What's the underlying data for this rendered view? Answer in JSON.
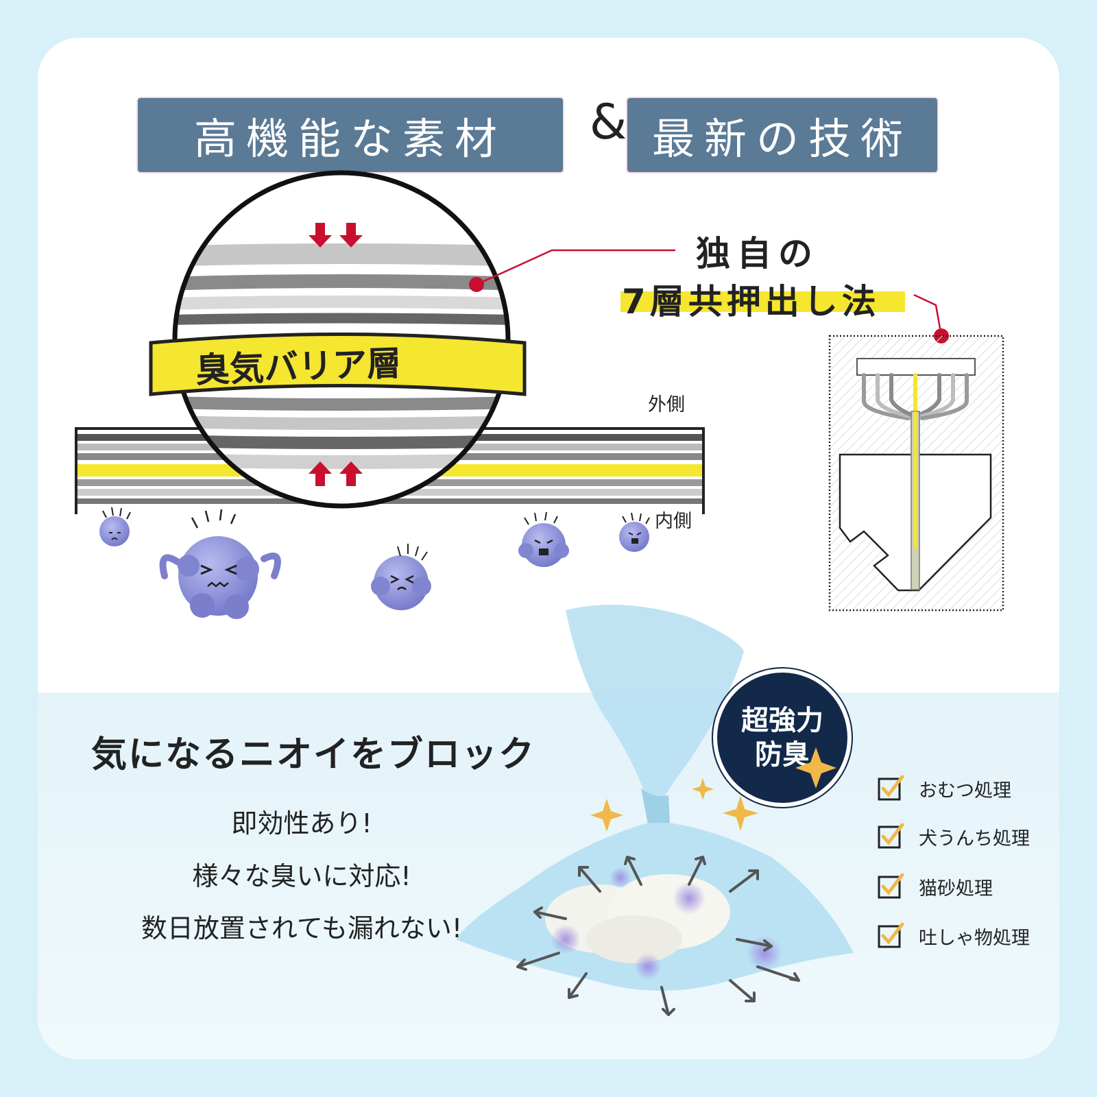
{
  "header": {
    "left_label": "高機能な素材",
    "ampersand": "&",
    "right_label": "最新の技術"
  },
  "diagram": {
    "barrier_label": "臭気バリア層",
    "outer_label": "外側",
    "inner_label": "内側",
    "callout_line1": "独自の",
    "callout_line2": "7層共押出し法"
  },
  "feature": {
    "title": "気になるニオイをブロック",
    "lines": [
      "即効性あり!",
      "様々な臭いに対応!",
      "数日放置されても漏れない!"
    ],
    "badge_line1": "超強力",
    "badge_line2": "防臭"
  },
  "uses": [
    "おむつ処理",
    "犬うんち処理",
    "猫砂処理",
    "吐しゃ物処理"
  ],
  "colors": {
    "header_bg": "#5a7a95",
    "accent_red": "#c8102e",
    "accent_yellow": "#f5e630",
    "badge_bg": "#12294a",
    "germ": "#8b8fd6"
  }
}
